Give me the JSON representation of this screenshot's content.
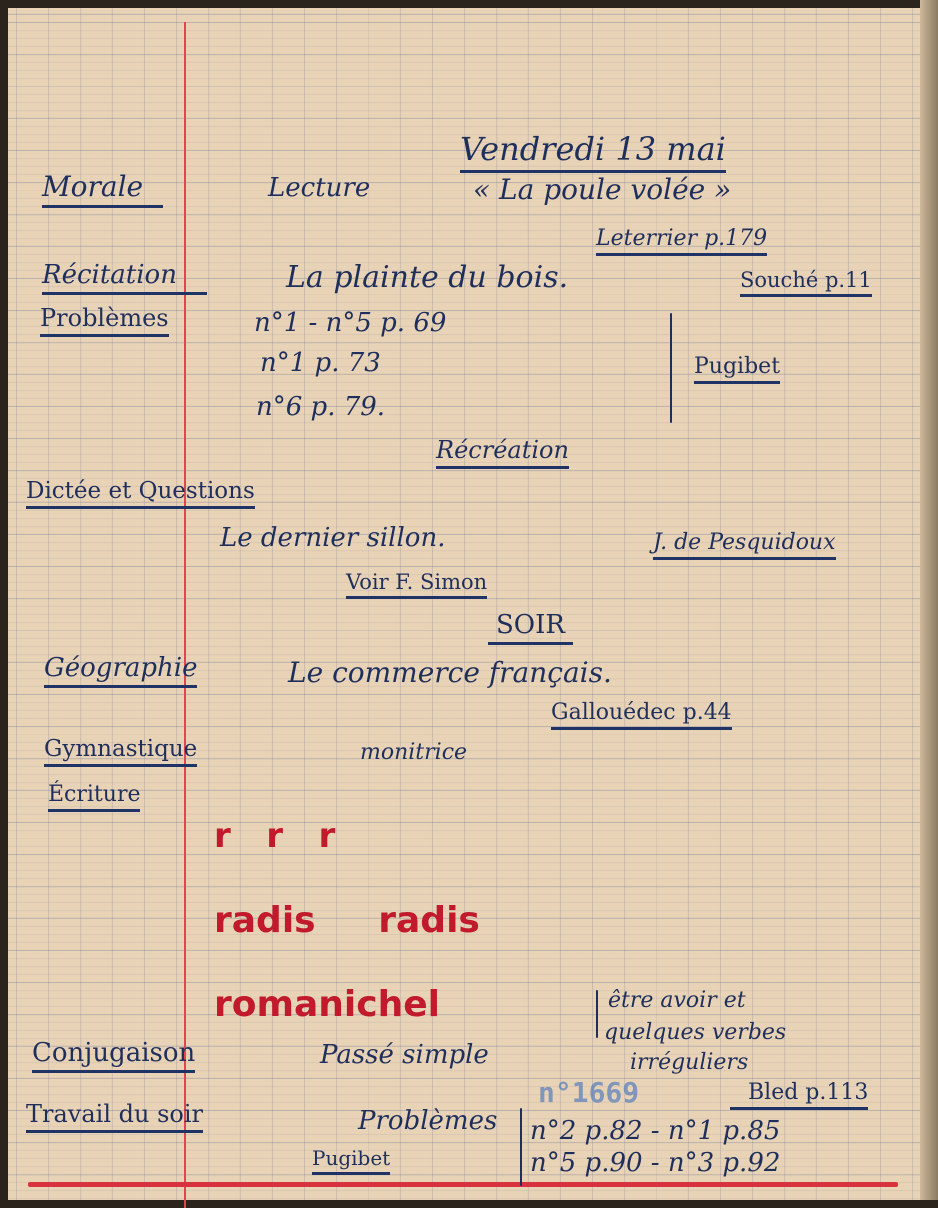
{
  "date": "Vendredi 13 mai",
  "morale": "Morale",
  "lecture": {
    "label": "Lecture",
    "title": "« La poule volée »",
    "ref": "Leterrier p.179"
  },
  "recitation": {
    "label": "Récitation",
    "title": "La plainte du bois.",
    "ref": "Souché p.11"
  },
  "problemes": {
    "label": "Problèmes",
    "lines": [
      "n°1 - n°5 p. 69",
      "n°1 p. 73",
      "n°6 p. 79."
    ],
    "ref": "Pugibet"
  },
  "recreation": "Récréation",
  "dictee": {
    "label": "Dictée et Questions",
    "title": "Le dernier sillon.",
    "author": "J. de Pesquidoux",
    "ref": "Voir F. Simon"
  },
  "soir": "SOIR",
  "geographie": {
    "label": "Géographie",
    "title": "Le commerce français.",
    "ref": "Gallouédec p.44"
  },
  "gymnastique": {
    "label": "Gymnastique",
    "note": "monitrice"
  },
  "ecriture": {
    "label": "Écriture",
    "lines": [
      "r   r   r",
      "radis     radis",
      "romanichel"
    ]
  },
  "conjugaison": {
    "label": "Conjugaison",
    "title": "Passé simple",
    "note": [
      "être avoir et",
      "quelques verbes",
      "irréguliers"
    ],
    "ref": "Bled p.113"
  },
  "travail": {
    "label": "Travail du soir",
    "title": "Problèmes",
    "ref": "Pugibet",
    "lines": [
      "n°2 p.82 - n°1 p.85",
      "n°5 p.90 - n°3 p.92"
    ]
  },
  "stamp": "n°1669"
}
